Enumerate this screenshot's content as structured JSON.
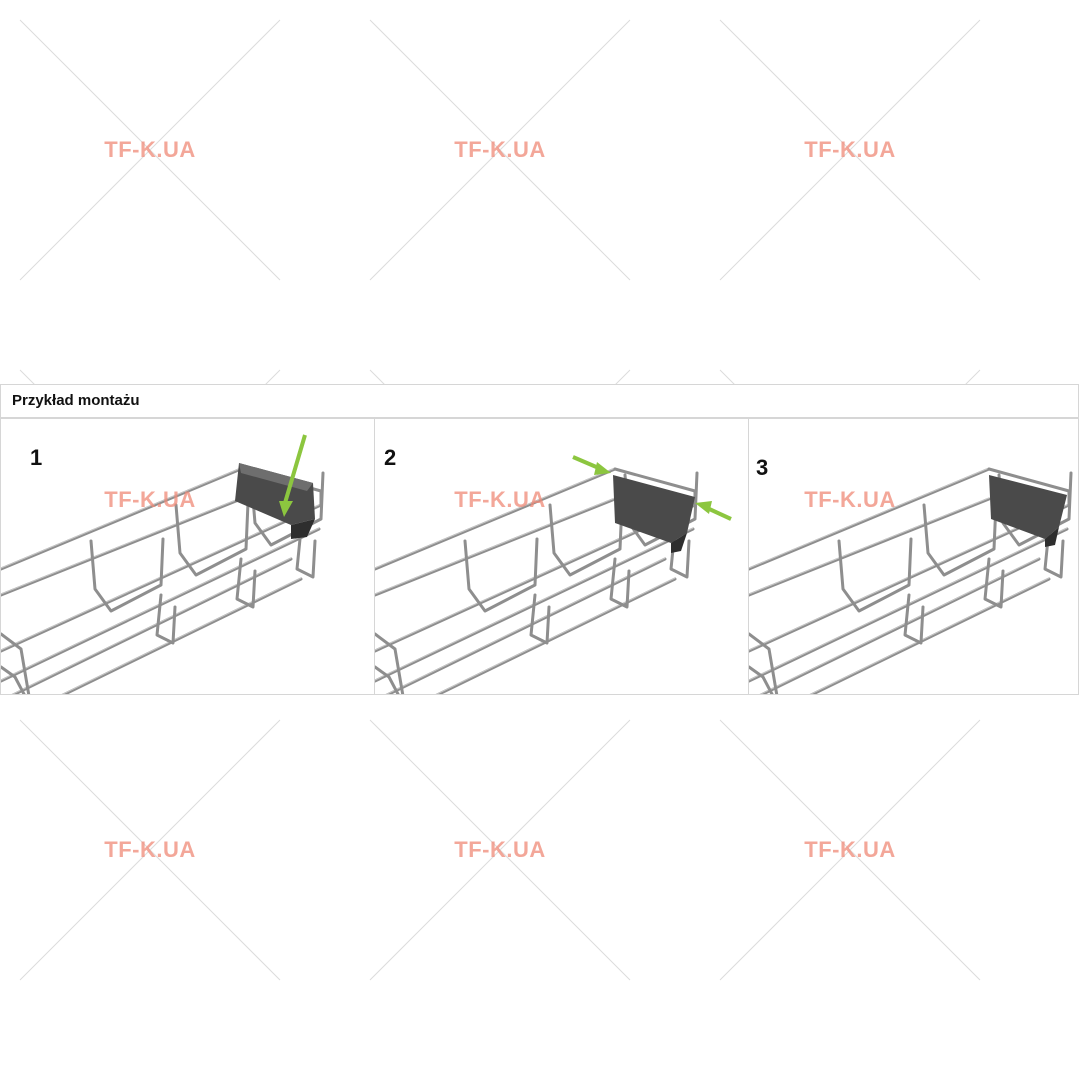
{
  "watermark": {
    "text": "TF-K.UA",
    "color": "#f08a78",
    "line_color": "#dcdcdc"
  },
  "panel": {
    "title": "Przykład montażu",
    "steps": [
      {
        "number": "1"
      },
      {
        "number": "2"
      },
      {
        "number": "3"
      }
    ]
  },
  "colors": {
    "wire": "#8e8e8e",
    "wire_highlight": "#c8c8c8",
    "cover": "#4a4a4a",
    "arrow": "#8cc63f",
    "border": "#d6d6d6"
  }
}
